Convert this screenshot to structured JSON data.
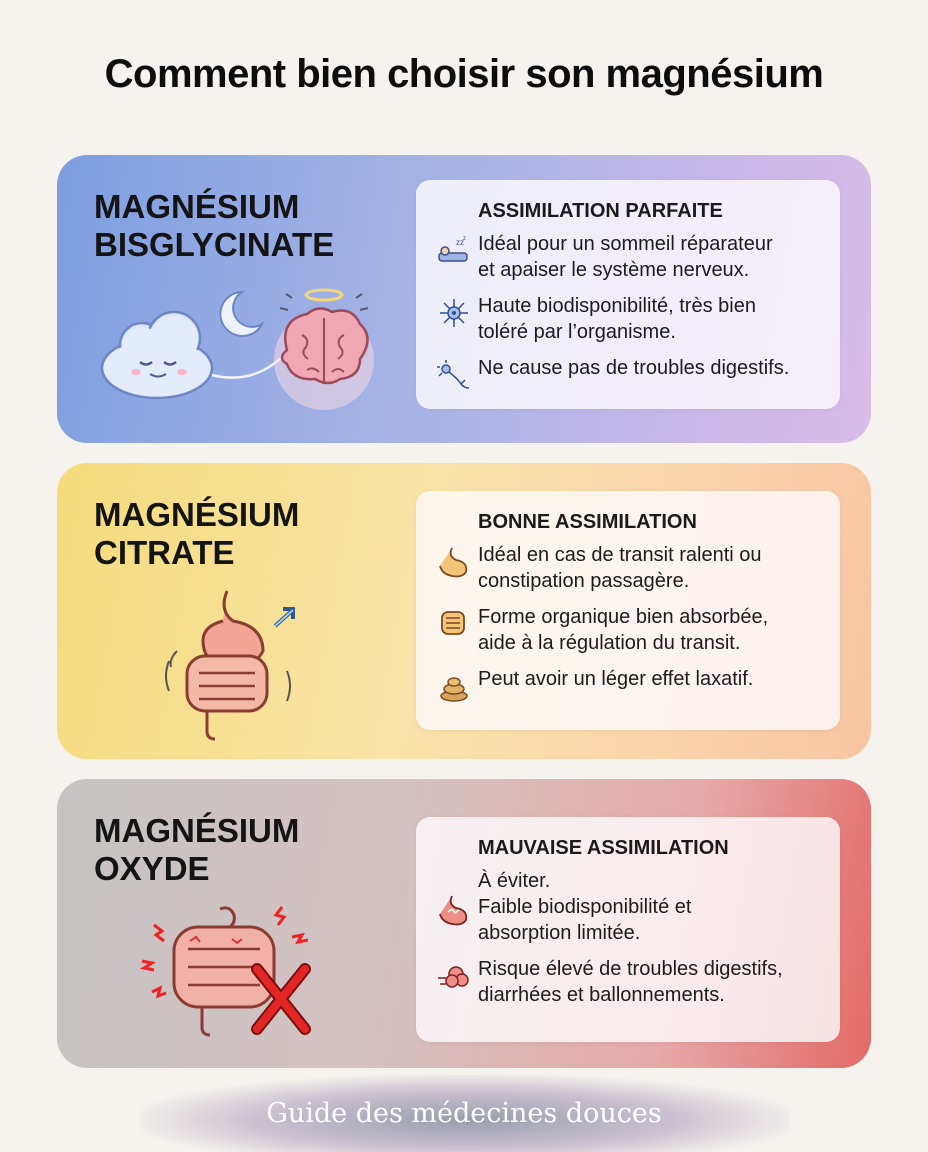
{
  "title": "Comment bien choisir son magnésium",
  "cards": [
    {
      "name_line1": "MAGNÉSIUM",
      "name_line2": "BISGLYCINATE",
      "heading": "ASSIMILATION PARFAITE",
      "items": [
        {
          "icon": "sleeping-person-icon",
          "line1": "Idéal pour un sommeil réparateur",
          "line2": "et apaiser le système nerveux."
        },
        {
          "icon": "neuron-icon",
          "line1": "Haute biodisponibilité, très bien",
          "line2": "toléré par l’organisme."
        },
        {
          "icon": "nerve-cell-icon",
          "line1": "Ne cause pas de troubles digestifs.",
          "line2": ""
        }
      ]
    },
    {
      "name_line1": "MAGNÉSIUM",
      "name_line2": "CITRATE",
      "heading": "BONNE ASSIMILATION",
      "items": [
        {
          "icon": "stomach-icon",
          "line1": "Idéal en cas de transit ralenti ou",
          "line2": "constipation passagère."
        },
        {
          "icon": "intestine-icon",
          "line1": "Forme organique bien absorbée,",
          "line2": "aide à la régulation du transit."
        },
        {
          "icon": "stool-icon",
          "line1": "Peut avoir un léger effet laxatif.",
          "line2": ""
        }
      ]
    },
    {
      "name_line1": "MAGNÉSIUM",
      "name_line2": "OXYDE",
      "heading": "MAUVAISE ASSIMILATION",
      "items": [
        {
          "icon": "irritated-stomach-icon",
          "line0": "À éviter.",
          "line1": "Faible biodisponibilité et",
          "line2": "absorption limitée."
        },
        {
          "icon": "bloating-icon",
          "line1": "Risque élevé de troubles digestifs,",
          "line2": "diarrhées et ballonnements."
        }
      ]
    }
  ],
  "footer": "Guide des médecines douces",
  "colors": {
    "card1": "#8fa6e2",
    "card2": "#f7dd8a",
    "card3": "#e36a66",
    "bad_cross": "#e32626"
  }
}
